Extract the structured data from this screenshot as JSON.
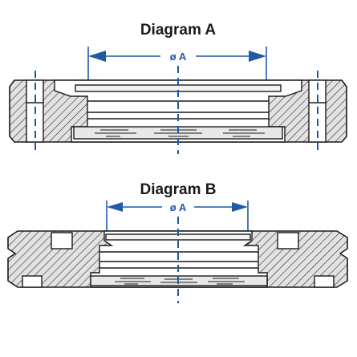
{
  "diagram_a": {
    "title": "Diagram A",
    "dimension_label": "ø A"
  },
  "diagram_b": {
    "title": "Diagram B",
    "dimension_label": "ø A"
  },
  "colors": {
    "dimension_blue": "#1f5aa8",
    "outline": "#1a1a1a",
    "hatch": "#1a1a1a"
  }
}
